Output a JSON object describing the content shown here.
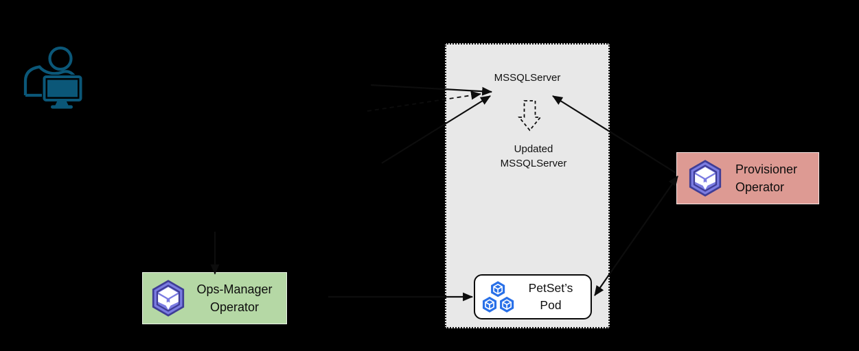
{
  "page": {
    "background": "#000000"
  },
  "colors": {
    "panel_bg": "#e8e8e8",
    "petset_bg": "#ffffff",
    "ops_manager_bg": "#b5d8a5",
    "provisioner_bg": "#dd9a93",
    "pod_blue": "#2970e8",
    "operator_purple": "#7b7ce2",
    "operator_indigo": "#3f3d96",
    "person_teal": "#0b5778",
    "arrow": "#0d0d0d"
  },
  "user": {
    "icon": "person-at-computer-icon"
  },
  "panel": {
    "resource_label": "MSSQLServer",
    "updated_label_line1": "Updated",
    "updated_label_line2": "MSSQLServer",
    "petset": {
      "line1": "PetSet’s",
      "line2": "Pod",
      "icon": "kubernetes-pods-icon"
    }
  },
  "operators": {
    "ops_manager": {
      "line1": "Ops-Manager",
      "line2": "Operator",
      "icon": "operator-cube-icon"
    },
    "provisioner": {
      "line1": "Provisioner",
      "line2": "Operator",
      "icon": "operator-cube-icon"
    }
  }
}
